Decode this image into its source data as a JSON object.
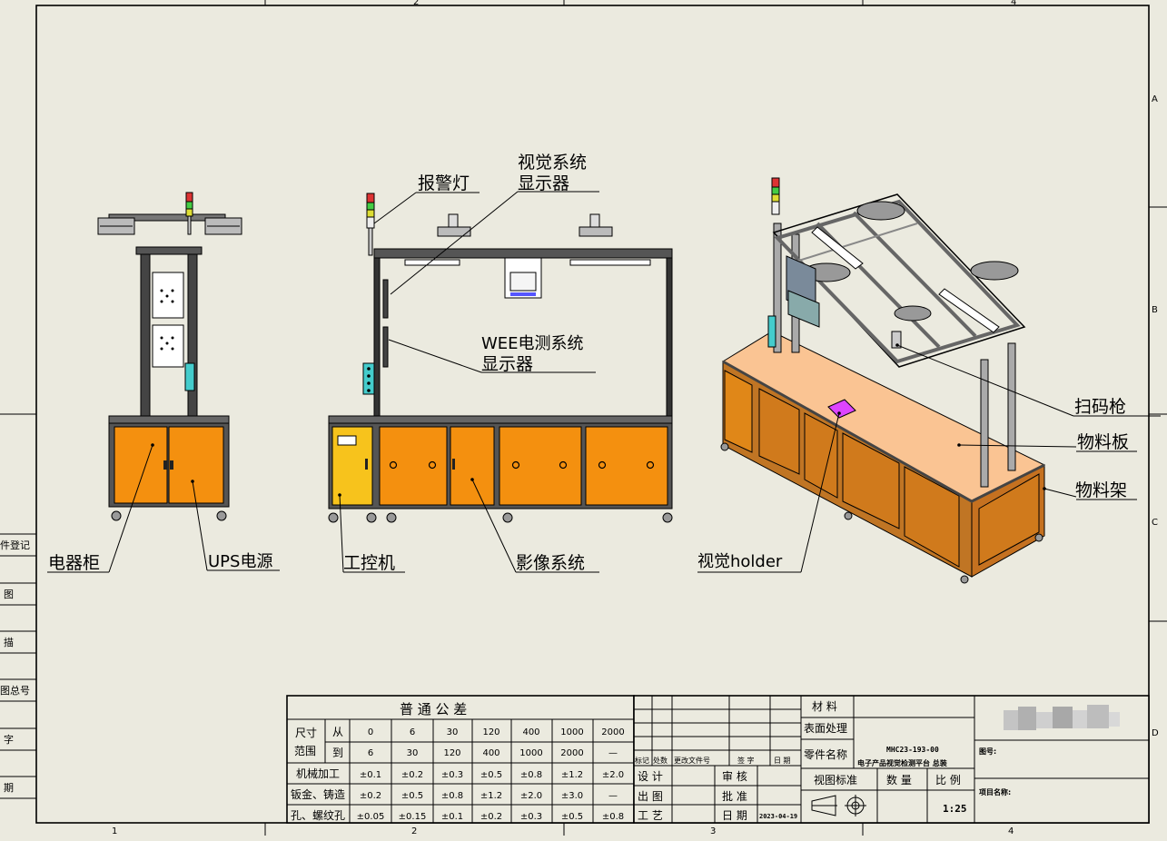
{
  "zones": {
    "top": [
      "2",
      "4"
    ],
    "bottom": [
      "1",
      "2",
      "3",
      "4"
    ],
    "right": [
      "A",
      "B",
      "C",
      "D"
    ]
  },
  "left_strip": [
    "件登记",
    "图",
    "描",
    "图总号",
    "字",
    "期"
  ],
  "callouts": {
    "cabinet": "电器柜",
    "ups": "UPS电源",
    "alarm_lamp": "报警灯",
    "vision_display_1": "视觉系统",
    "vision_display_2": "显示器",
    "wee_display_1": "WEE电测系统",
    "wee_display_2": "显示器",
    "ipc": "工控机",
    "imaging": "影像系统",
    "scanner": "扫码枪",
    "material_board": "物料板",
    "material_rack": "物料架",
    "vision_holder": "视觉holder"
  },
  "tolerance": {
    "title": "普 通 公 差",
    "size_label_1": "尺寸",
    "size_label_2": "范围",
    "from": "从",
    "to": "到",
    "from_values": [
      "0",
      "6",
      "30",
      "120",
      "400",
      "1000",
      "2000"
    ],
    "to_values": [
      "6",
      "30",
      "120",
      "400",
      "1000",
      "2000",
      "—"
    ],
    "rows": [
      {
        "label": "机械加工",
        "values": [
          "±0.1",
          "±0.2",
          "±0.3",
          "±0.5",
          "±0.8",
          "±1.2",
          "±2.0"
        ]
      },
      {
        "label": "钣金、铸造",
        "values": [
          "±0.2",
          "±0.5",
          "±0.8",
          "±1.2",
          "±2.0",
          "±3.0",
          "—"
        ]
      },
      {
        "label": "孔、螺纹孔",
        "values": [
          "±0.05",
          "±0.15",
          "±0.1",
          "±0.2",
          "±0.3",
          "±0.5",
          "±0.8"
        ]
      }
    ]
  },
  "revision": {
    "headers": [
      "标记",
      "处数",
      "更改文件号",
      "签 字",
      "日 期"
    ],
    "design": "设 计",
    "review": "审 核",
    "drawing": "出 图",
    "approve": "批 准",
    "process": "工 艺",
    "date_label": "日 期",
    "date": "2023-04-19"
  },
  "title_block": {
    "material": "材 料",
    "surface": "表面处理",
    "part_name": "零件名称",
    "part_number": "MHC23-193-00",
    "part_desc": "电子产品视觉检测平台 总装",
    "view_std": "视图标准",
    "quantity": "数 量",
    "scale_label": "比 例",
    "scale": "1:25",
    "drawing_no": "图号:",
    "project_name": "项目名称:"
  }
}
